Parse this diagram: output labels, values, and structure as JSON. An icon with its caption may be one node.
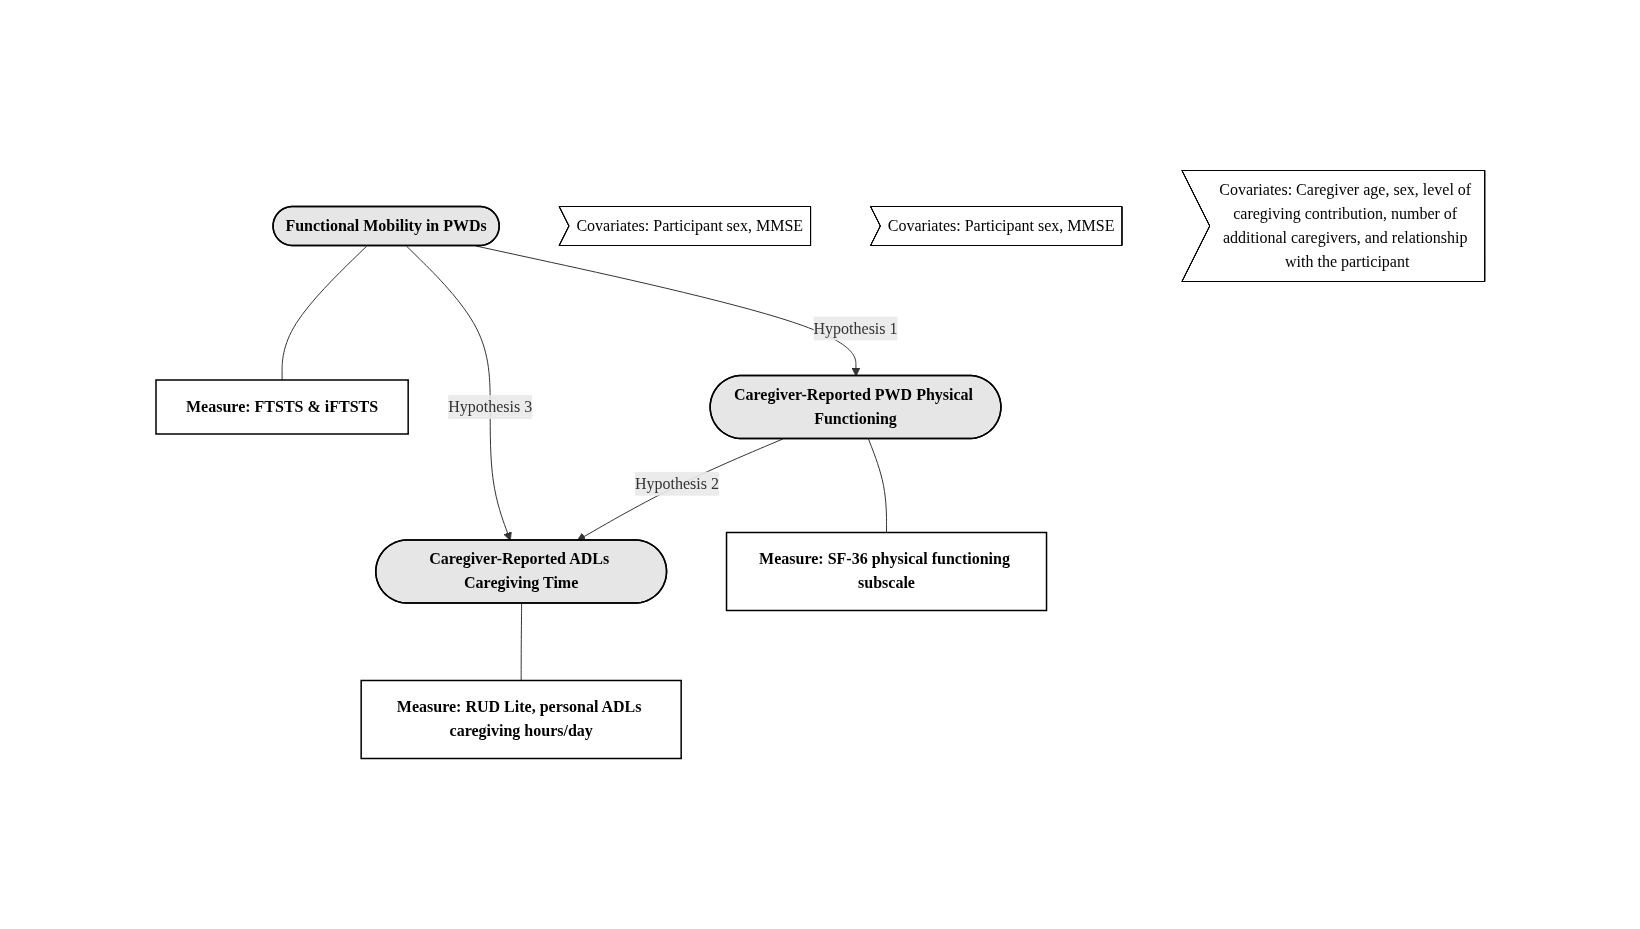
{
  "diagram": {
    "nodes": [
      {
        "text": [
          "Functional Mobility in PWDs"
        ]
      },
      {
        "text": [
          "Caregiver-Reported ADLs Caregiving Time"
        ]
      },
      {
        "text": [
          "Measure: FTSTS & iFTSTS"
        ]
      },
      {
        "text": [
          "Covariates: Participant sex, MMSE"
        ]
      },
      {
        "text": [
          "Measure: RUD Lite, personal ADLs caregiving hours/day"
        ]
      },
      {
        "text": [
          "Covariates: Participant sex, MMSE"
        ]
      },
      {
        "text": [
          "Covariates: Caregiver age, sex, level of caregiving contribution, number of additional caregivers, and relationship with the participant"
        ]
      },
      {
        "text": [
          "Caregiver-Reported PWD Physical Functioning"
        ]
      },
      {
        "text": [
          "Measure: SF-36 physical functioning subscale"
        ]
      }
    ],
    "edges": [
      {
        "from": 0,
        "to": 1,
        "arrow": "to",
        "label": "Hypothesis 3"
      },
      {
        "from": 0,
        "to": 2,
        "arrow": "none"
      },
      {
        "from": 1,
        "to": 4,
        "arrow": "none"
      },
      {
        "from": 0,
        "to": 7,
        "arrow": "to",
        "label": "Hypothesis 1"
      },
      {
        "from": 7,
        "to": 1,
        "arrow": "to",
        "label": "Hypothesis 2"
      },
      {
        "from": 7,
        "to": 8,
        "arrow": "none"
      }
    ]
  }
}
